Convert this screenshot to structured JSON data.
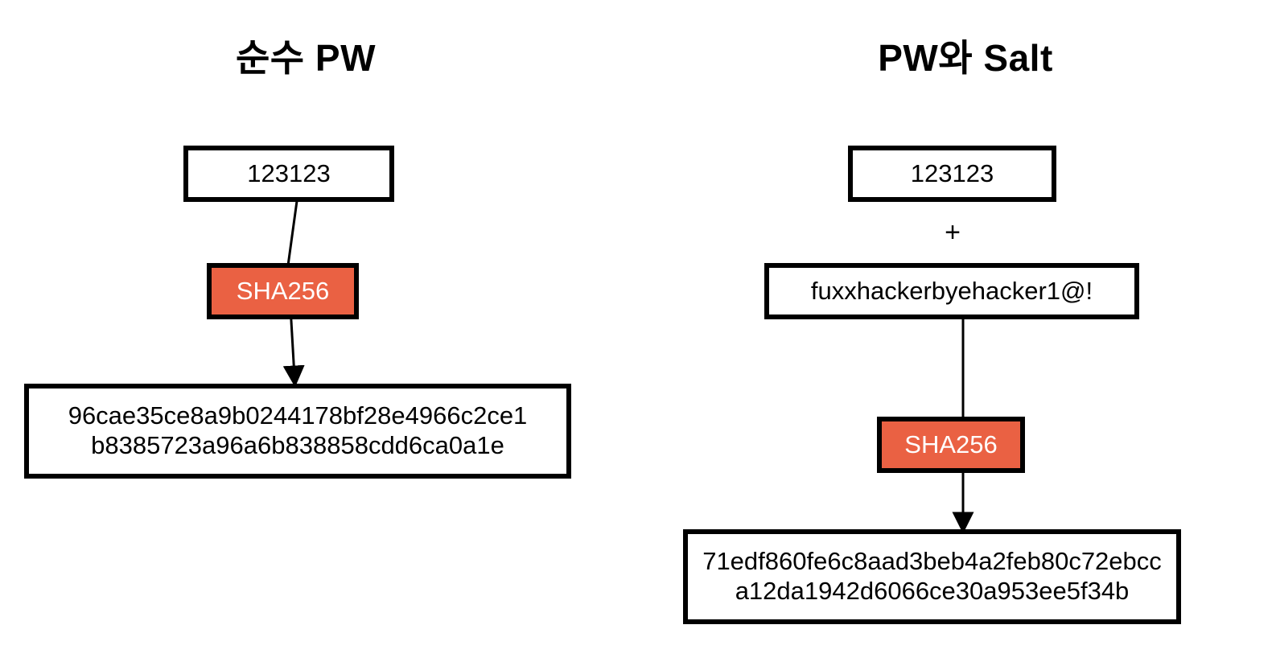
{
  "diagram": {
    "background": "#ffffff",
    "accent_color": "#EA6143",
    "line_color": "#000000",
    "columns": [
      {
        "title": "순수 PW",
        "nodes": {
          "password": "123123",
          "hash_function": "SHA256",
          "digest_line1": "96cae35ce8a9b0244178bf28e4966c2ce1",
          "digest_line2": "b8385723a96a6b838858cdd6ca0a1e"
        }
      },
      {
        "title": "PW와 Salt",
        "nodes": {
          "password": "123123",
          "operator": "+",
          "salt": "fuxxhackerbyehacker1@!",
          "hash_function": "SHA256",
          "digest_line1": "71edf860fe6c8aad3beb4a2feb80c72ebcc",
          "digest_line2": "a12da1942d6066ce30a953ee5f34b"
        }
      }
    ]
  }
}
